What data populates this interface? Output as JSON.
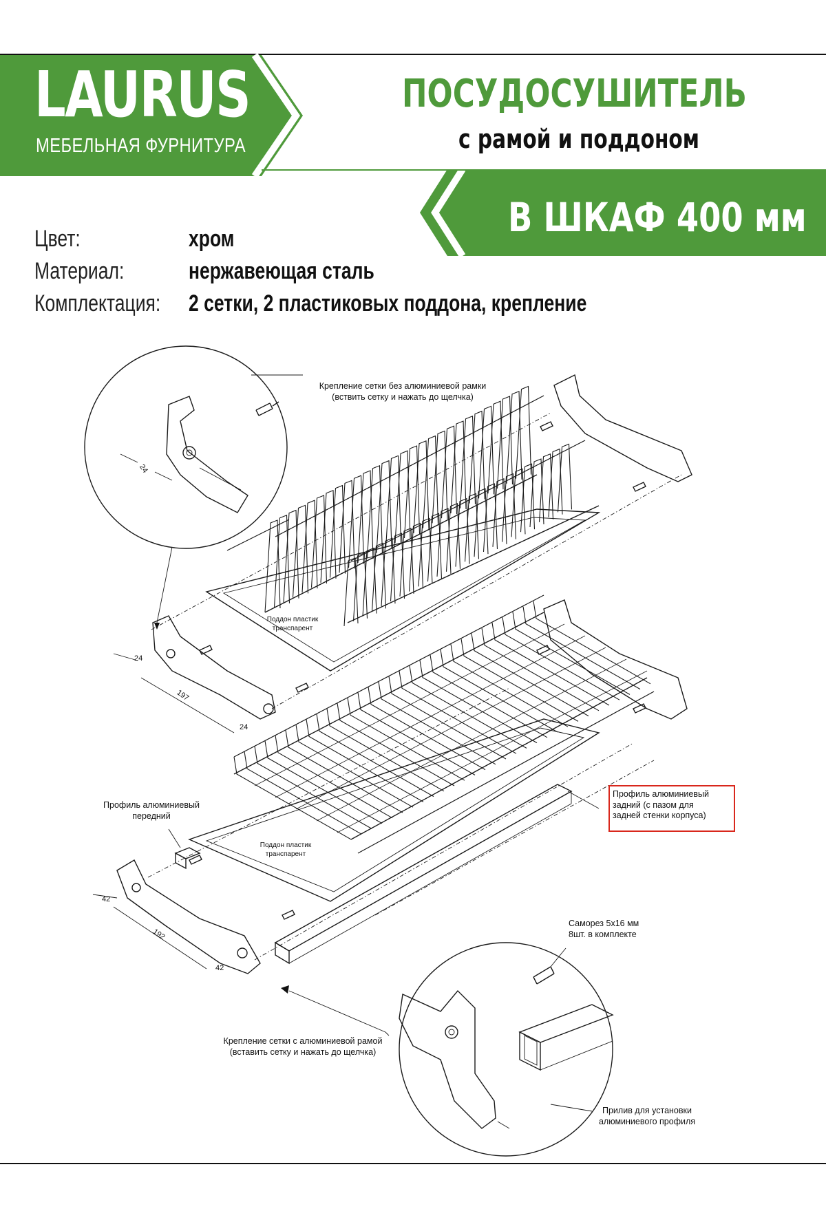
{
  "brand": {
    "name": "LAURUS",
    "tagline": "МЕБЕЛЬНАЯ ФУРНИТУРА",
    "color": "#4f9a3b"
  },
  "product": {
    "title": "ПОСУДОСУШИТЕЛЬ",
    "subtitle": "с рамой и поддоном",
    "cabinet_size": "В ШКАФ 400 мм"
  },
  "specs": [
    {
      "label": "Цвет:",
      "value": "хром"
    },
    {
      "label": "Материал:",
      "value": "нержавеющая сталь"
    },
    {
      "label": "Комплектация:",
      "value": "2 сетки, 2 пластиковых поддона, крепление"
    }
  ],
  "diagram": {
    "note_top_mount": "Крепление сетки без алюминиевой рамки\n(вствить сетку и нажать до щелчка)",
    "tray_upper": "Поддон пластик\nтранспарент",
    "tray_lower": "Поддон пластик\nтранспарент",
    "front_profile": "Профиль алюминиевый\nпередний",
    "rear_profile": "Профиль алюминиевый\nзадний (с пазом для\nзадней стенки корпуса)",
    "screws": "Саморез 5х16 мм\n8шт. в комплекте",
    "bottom_mount": "Крепление сетки с алюминиевой рамой\n(вставить сетку и нажать до щелчка)",
    "profile_lug": "Прилив для установки\nалюминиевого профиля",
    "dims": {
      "detail_24": "24",
      "upper_24_a": "24",
      "upper_197": "197",
      "upper_24_b": "24",
      "lower_42_a": "42",
      "lower_192": "192",
      "lower_42_b": "42"
    }
  }
}
